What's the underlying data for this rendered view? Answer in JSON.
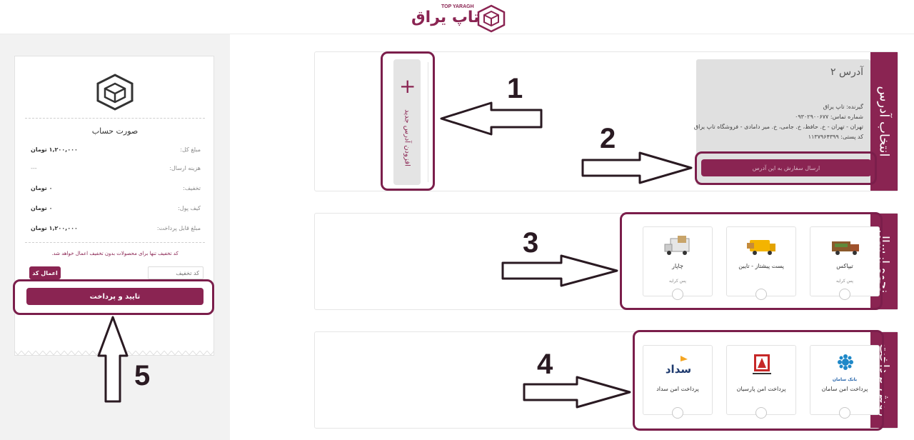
{
  "header": {
    "brand_name": "تاپ یراق",
    "brand_latin": "TOP YARAGH"
  },
  "invoice": {
    "title": "صورت حساب",
    "rows": [
      {
        "label": "مبلغ کل:",
        "value": "۱,۲۰۰,۰۰۰ تومان"
      },
      {
        "label": "هزینه ارسال:",
        "value": "---"
      },
      {
        "label": "تخفیف:",
        "value": "۰ تومان"
      },
      {
        "label": "کیف پول:",
        "value": "۰ تومان"
      },
      {
        "label": "مبلغ قابل پرداخت:",
        "value": "۱,۲۰۰,۰۰۰ تومان"
      }
    ],
    "note": "کد تخفیف تنها برای محصولات بدون تخفیف اعمال خواهد شد.",
    "discount_placeholder": "کد تخفیف",
    "apply_label": "اعمال کد",
    "pay_label": "تایید و پرداخت"
  },
  "address": {
    "tab_label": "انتخاب آدرس",
    "add_label": "افزودن آدرس جدید",
    "add_symbol": "+",
    "card": {
      "title": "آدرس ۲",
      "receiver": "گیرنده: تاپ یراق",
      "phone": "شماره تماس: ۰۹۳۰۲۹۰۰۶۷۷",
      "address": "تهران - تهران - خ. حافظ، خ. جامی، خ. میر دامادی - فروشگاه تاپ یراق",
      "postal": "کد پستی: ۱۱۳۷۹۶۴۳۹۹",
      "send_label": "ارسال سفارش به این آدرس"
    }
  },
  "shipping": {
    "tab_label": "نحوه ارسال",
    "options": [
      {
        "name": "تیپاکس",
        "sub": "پس کرایه",
        "icon": "tipax-truck-icon"
      },
      {
        "name": "پست پیشتاز - تایین",
        "sub": "",
        "icon": "post-van-icon"
      },
      {
        "name": "چاپار",
        "sub": "پس کرایه",
        "icon": "chapar-truck-icon"
      }
    ]
  },
  "payment": {
    "tab_label": "روش پرداخت",
    "options": [
      {
        "name": "پرداخت امن سامان",
        "logo_text": "بانک سامان",
        "icon": "saman-bank-logo"
      },
      {
        "name": "پرداخت امن پارسیان",
        "logo_text": "",
        "icon": "parsian-bank-logo"
      },
      {
        "name": "پرداخت امن سداد",
        "logo_text": "سداد",
        "icon": "sadad-logo"
      }
    ]
  },
  "annotations": [
    "1",
    "2",
    "3",
    "4",
    "5"
  ],
  "colors": {
    "accent": "#8a2452",
    "annotation": "#7b1e4b"
  }
}
